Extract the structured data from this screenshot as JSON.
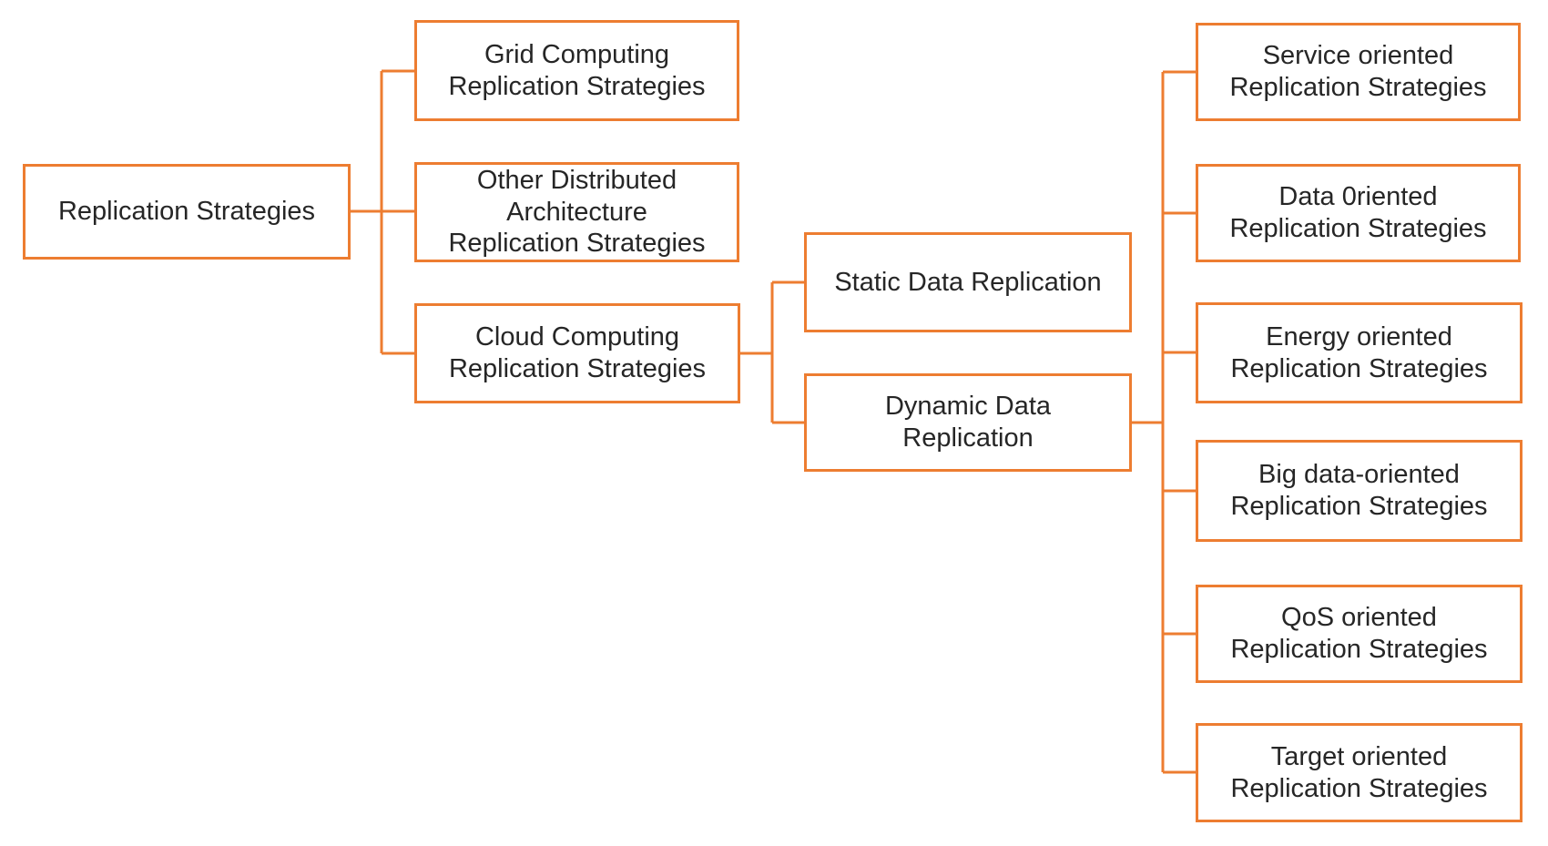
{
  "diagram": {
    "type": "tree",
    "accent_color": "#ED7D31",
    "text_color": "#262626",
    "background_color": "#FFFFFF",
    "nodes": {
      "root": {
        "label": "Replication Strategies"
      },
      "grid": {
        "label": "Grid Computing\nReplication Strategies"
      },
      "other": {
        "label": "Other Distributed\nArchitecture\nReplication Strategies"
      },
      "cloud": {
        "label": "Cloud Computing\nReplication Strategies"
      },
      "static": {
        "label": "Static Data Replication"
      },
      "dynamic": {
        "label": "Dynamic Data\nReplication"
      },
      "service": {
        "label": "Service oriented\nReplication Strategies"
      },
      "data_oriented": {
        "label": "Data 0riented\nReplication Strategies"
      },
      "energy": {
        "label": "Energy oriented\nReplication Strategies"
      },
      "bigdata": {
        "label": "Big data-oriented\nReplication Strategies"
      },
      "qos": {
        "label": "QoS oriented\nReplication Strategies"
      },
      "target": {
        "label": "Target oriented\nReplication Strategies"
      }
    },
    "hierarchy": [
      {
        "parent": "Replication Strategies",
        "children": [
          "Grid Computing Replication Strategies",
          "Other Distributed Architecture Replication Strategies",
          "Cloud Computing Replication Strategies"
        ]
      },
      {
        "parent": "Cloud Computing Replication Strategies",
        "children": [
          "Static Data Replication",
          "Dynamic Data Replication"
        ]
      },
      {
        "parent": "Dynamic Data Replication",
        "children": [
          "Service oriented Replication Strategies",
          "Data 0riented Replication Strategies",
          "Energy oriented Replication Strategies",
          "Big data-oriented Replication Strategies",
          "QoS oriented Replication Strategies",
          "Target oriented Replication Strategies"
        ]
      }
    ]
  }
}
